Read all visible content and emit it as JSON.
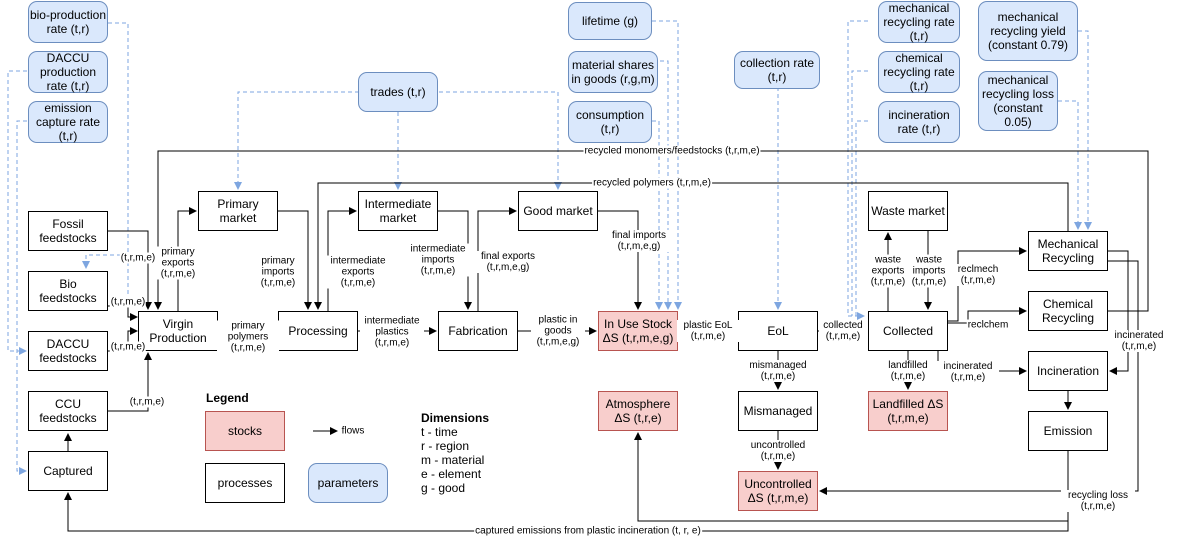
{
  "params": {
    "bio_rate": "bio-production rate (t,r)",
    "daccu_rate": "DACCU production rate (t,r)",
    "emission_capture": "emission capture rate (t,r)",
    "trades": "trades (t,r)",
    "lifetime": "lifetime (g)",
    "material_shares": "material shares in goods (r,g,m)",
    "consumption": "consumption (t,r)",
    "collection_rate": "collection rate (t,r)",
    "mech_rate": "mechanical recycling rate (t,r)",
    "chem_rate": "chemical recycling rate (t,r)",
    "incin_rate": "incineration rate (t,r)",
    "mech_yield": "mechanical recycling yield (constant 0.79)",
    "mech_loss": "mechanical recycling loss (constant 0.05)"
  },
  "processes": {
    "fossil": "Fossil feedstocks",
    "bio": "Bio feedstocks",
    "daccu": "DACCU feedstocks",
    "ccu": "CCU feedstocks",
    "captured": "Captured",
    "virgin": "Virgin Production",
    "primary_market": "Primary market",
    "processing": "Processing",
    "intermediate_market": "Intermediate market",
    "fabrication": "Fabrication",
    "good_market": "Good market",
    "eol": "EoL",
    "mismanaged": "Mismanaged",
    "waste_market": "Waste market",
    "collected": "Collected",
    "mech_recycling": "Mechanical Recycling",
    "chem_recycling": "Chemical Recycling",
    "incineration": "Incineration",
    "emission": "Emission"
  },
  "stocks": {
    "in_use": "In Use Stock ΔS (t,r,m,e,g)",
    "atmosphere": "Atmosphere ΔS (t,r,e)",
    "uncontrolled": "Uncontrolled ΔS (t,r,m,e)",
    "landfilled": "Landfilled ΔS (t,r,m,e)"
  },
  "flows": {
    "recycled_monomers": "recycled monomers/feedstocks (t,r,m,e)",
    "recycled_polymers": "recycled polymers (t,r,m,e)",
    "fossil_flow": "(t,r,m,e)",
    "bio_flow": "(t,r,m,e)",
    "daccu_flow": "(t,r,m,e)",
    "ccu_flow": "(t,r,m,e)",
    "primary_exports": "primary exports (t,r,m,e)",
    "primary_imports": "primary imports (t,r,m,e)",
    "primary_polymers": "primary polymers (t,r,m,e)",
    "intermediate_exports": "intermediate exports (t,r,m,e)",
    "intermediate_imports": "intermediate imports (t,r,m,e)",
    "intermediate_plastics": "intermediate plastics (t,r,m,e)",
    "final_exports": "final exports (t,r,m,e,g)",
    "final_imports": "final imports (t,r,m,e,g)",
    "plastic_in_goods": "plastic in goods (t,r,m,e,g)",
    "plastic_eol": "plastic EoL (t,r,m,e)",
    "collected": "collected (t,r,m,e)",
    "mismanaged": "mismanaged (t,r,m,e)",
    "uncontrolled": "uncontrolled (t,r,m,e)",
    "waste_exports": "waste exports (t,r,m,e)",
    "waste_imports": "waste imports (t,r,m,e)",
    "landfilled": "landfilled (t,r,m,e)",
    "reclmech": "reclmech (t,r,m,e)",
    "reclchem": "reclchem",
    "incinerated_1": "incinerated (t,r,m,e)",
    "incinerated_2": "incinerated (t,r,m,e)",
    "recycling_loss": "recycling loss (t,r,m,e)",
    "captured_emissions": "captured emissions from plastic incineration (t, r, e)"
  },
  "legend": {
    "title": "Legend",
    "stocks": "stocks",
    "flows": "flows",
    "processes": "processes",
    "parameters": "parameters",
    "dims_title": "Dimensions",
    "dims": [
      "t - time",
      "r - region",
      "m - material",
      "e - element",
      "g - good"
    ]
  },
  "colors": {
    "param_fill": "#dae8fc",
    "param_stroke": "#6c8ebf",
    "stock_fill": "#f8cecc",
    "stock_stroke": "#b85450"
  }
}
